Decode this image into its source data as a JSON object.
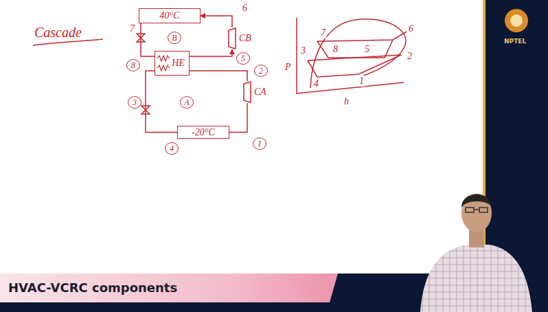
{
  "diagram": {
    "nodes": [
      {
        "text": [
          "40°C"
        ]
      },
      {
        "text": [
          "CB"
        ]
      },
      {
        "text": [
          "HE"
        ]
      },
      {
        "text": [
          "CA"
        ]
      },
      {
        "text": [
          "-20°C"
        ]
      }
    ],
    "edges": [
      {
        "from": 1,
        "to": 0,
        "arrow": "to"
      },
      {
        "from": 0,
        "to": 2,
        "arrow": "none"
      },
      {
        "from": 2,
        "to": 1,
        "arrow": "to"
      },
      {
        "from": 3,
        "to": 2,
        "arrow": "none"
      },
      {
        "from": 2,
        "to": 4,
        "arrow": "none"
      },
      {
        "from": 4,
        "to": 3,
        "arrow": "none"
      }
    ],
    "labels": [
      "Cascade",
      "6",
      "7",
      "B",
      "8",
      "5",
      "2",
      "3",
      "A",
      "4",
      "1",
      "P",
      "h",
      "7",
      "3",
      "8",
      "5",
      "6",
      "2",
      "4",
      "1",
      "NPTEL",
      "HVAC-VCRC components"
    ]
  }
}
